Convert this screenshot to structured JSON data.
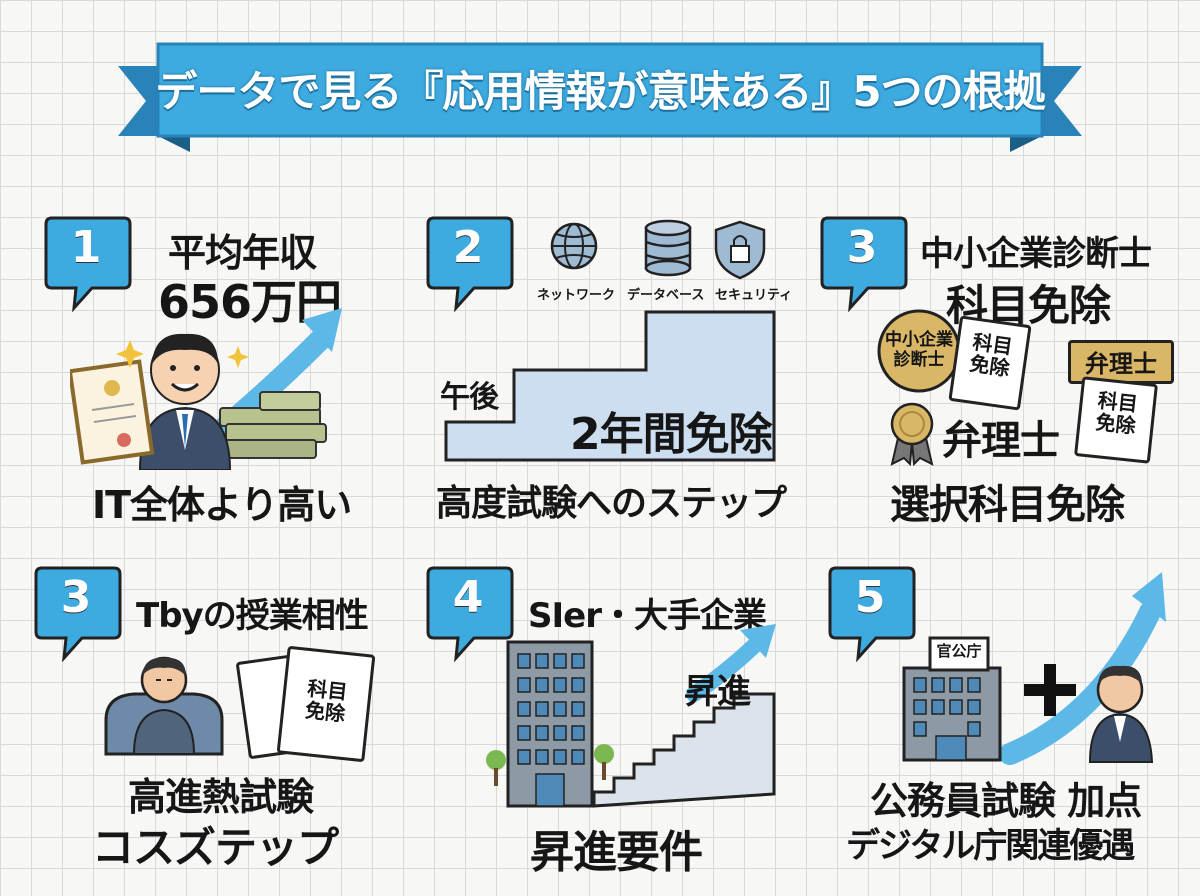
{
  "title": "データで見る『応用情報が意味ある』5つの根拠",
  "colors": {
    "accent": "#3eabe0",
    "banner_dark": "#2a83b8",
    "gold": "#d9b766",
    "text": "#161616"
  },
  "cards": [
    {
      "number": "1",
      "heading_line1": "平均年収",
      "heading_line2": "656万円",
      "caption": "IT全体より高い",
      "icons": [
        "businessman-icon",
        "certificate-icon",
        "money-stack-icon",
        "arrow-up-icon",
        "sparkle-icon"
      ]
    },
    {
      "number": "2",
      "icon_labels": [
        "ネットワーク",
        "データベース",
        "セキュリティ"
      ],
      "step_label": "午後",
      "step_value": "2年間免除",
      "caption": "高度試験へのステップ",
      "icons": [
        "globe-icon",
        "database-icon",
        "shield-lock-icon"
      ]
    },
    {
      "number": "3",
      "heading_line1": "中小企業診断士",
      "heading_line2": "科目免除",
      "seal_text": "中小企業\n診断士",
      "doc_text": "科目\n免除",
      "badge_text": "弁理士",
      "doc2_text": "科目\n免除",
      "sub_heading": "弁理士",
      "caption": "選択科目免除",
      "icons": [
        "medal-icon",
        "document-icon"
      ]
    },
    {
      "number": "3",
      "heading": "Tbyの授業相性",
      "doc_text": "科目\n免除",
      "caption_line1": "高進熱試験",
      "caption_line2": "コスズテップ",
      "icons": [
        "student-icon",
        "document-icon"
      ]
    },
    {
      "number": "4",
      "heading": "SIer・大手企業",
      "stair_label": "昇進",
      "caption": "昇進要件",
      "icons": [
        "office-building-icon",
        "stairs-icon",
        "arrow-up-icon"
      ]
    },
    {
      "number": "5",
      "building_label": "官公庁",
      "caption_line1": "公務員試験 加点",
      "caption_line2": "デジタル庁関連優遇",
      "icons": [
        "government-building-icon",
        "plus-icon",
        "officer-icon",
        "arrow-up-icon"
      ]
    }
  ]
}
